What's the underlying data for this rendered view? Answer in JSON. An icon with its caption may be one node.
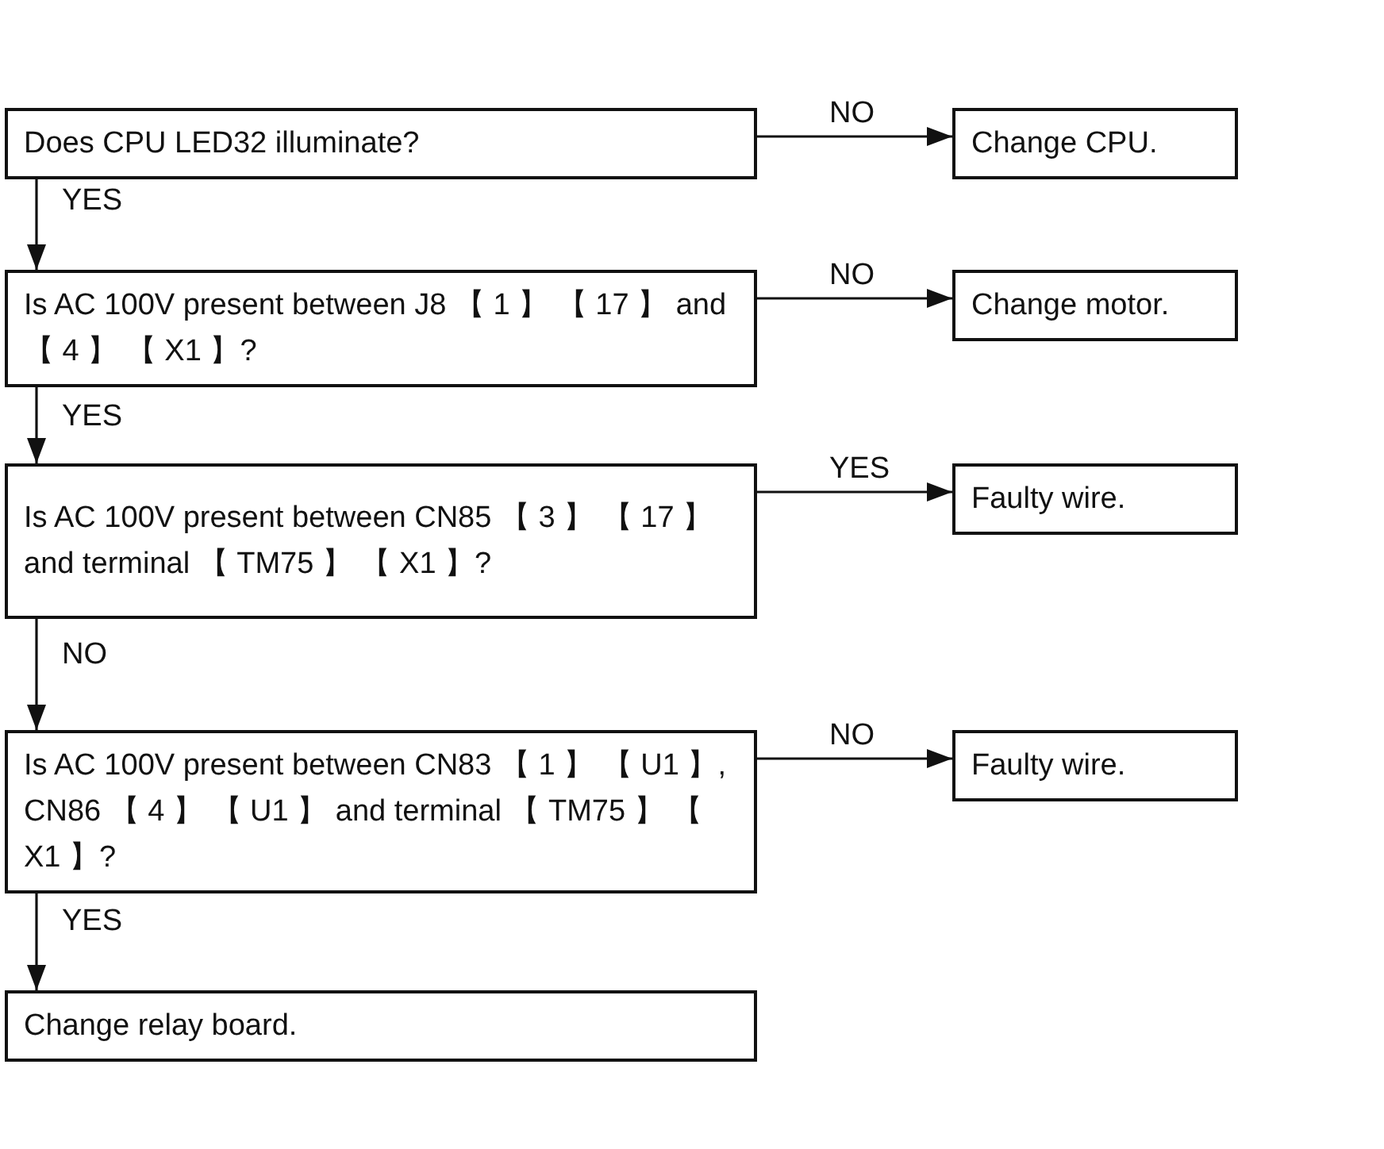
{
  "diagram": {
    "nodes": [
      {
        "text": [
          "Does CPU LED32 illuminate?"
        ]
      },
      {
        "text": [
          "Change CPU."
        ]
      },
      {
        "text": [
          "Is AC 100V present between J8 【 1 】 【 17 】 and 【 4 】 【 X1 】?"
        ]
      },
      {
        "text": [
          "Change motor."
        ]
      },
      {
        "text": [
          "Is AC 100V present between CN85 【 3 】 【 17 】 and terminal 【 TM75 】 【 X1 】?"
        ]
      },
      {
        "text": [
          "Faulty wire."
        ]
      },
      {
        "text": [
          "Is AC 100V present between CN83 【 1 】 【 U1 】, CN86 【 4 】 【 U1 】 and terminal 【 TM75 】 【 X1 】?"
        ]
      },
      {
        "text": [
          "Faulty wire."
        ]
      },
      {
        "text": [
          "Change relay board."
        ]
      }
    ],
    "edges": [
      {
        "from": 0,
        "to": 1,
        "arrow": "to",
        "label": "NO"
      },
      {
        "from": 0,
        "to": 2,
        "arrow": "to",
        "label": "YES"
      },
      {
        "from": 2,
        "to": 3,
        "arrow": "to",
        "label": "NO"
      },
      {
        "from": 2,
        "to": 4,
        "arrow": "to",
        "label": "YES"
      },
      {
        "from": 4,
        "to": 5,
        "arrow": "to",
        "label": "YES"
      },
      {
        "from": 4,
        "to": 6,
        "arrow": "to",
        "label": "NO"
      },
      {
        "from": 6,
        "to": 7,
        "arrow": "to",
        "label": "NO"
      },
      {
        "from": 6,
        "to": 8,
        "arrow": "to",
        "label": "YES"
      }
    ]
  }
}
